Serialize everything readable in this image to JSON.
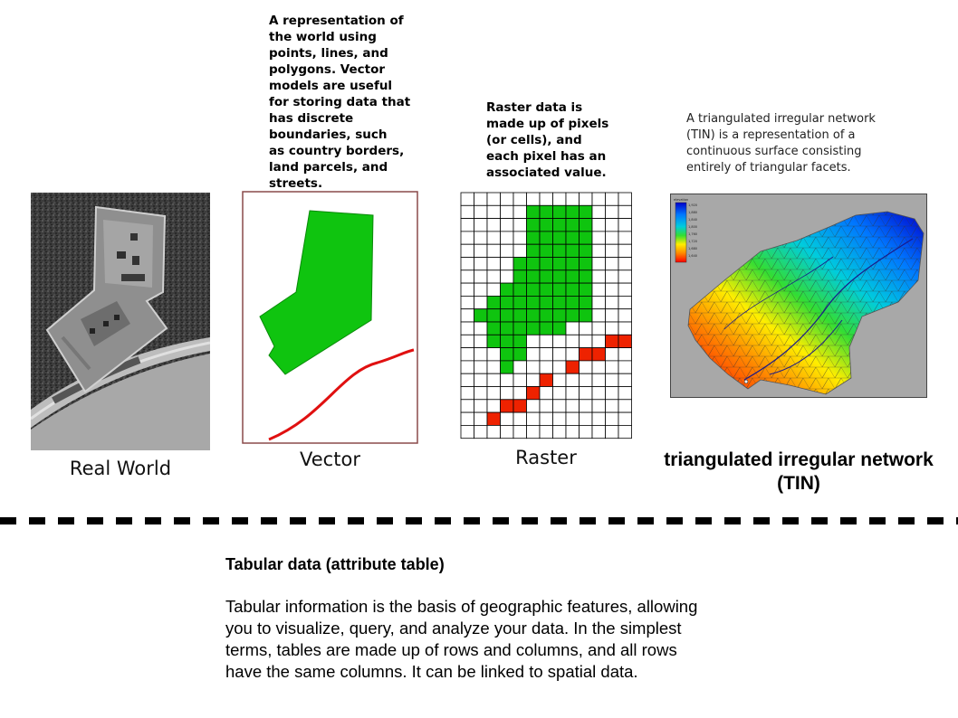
{
  "panels": {
    "real_world": {
      "caption": "Real World"
    },
    "vector": {
      "caption": "Vector",
      "description": "A representation of\nthe world using\npoints, lines, and\npolygons. Vector\nmodels are useful\nfor storing data that\nhas discrete\nboundaries, such\nas country borders,\nland parcels, and\nstreets."
    },
    "raster": {
      "caption": "Raster",
      "description": "Raster data is\nmade up of pixels\n(or cells), and\neach pixel has an\nassociated value."
    },
    "tin": {
      "caption_line1": "triangulated irregular network",
      "caption_line2": "(TIN)",
      "description": "A triangulated irregular network\n(TIN) is a representation of a\ncontinuous surface consisting\nentirely of triangular facets."
    }
  },
  "tabular": {
    "title": "Tabular data (attribute table)",
    "body": " Tabular information is the basis of geographic features, allowing\nyou to visualize, query, and analyze your data. In the simplest\nterms, tables are made up of rows and columns, and all rows\nhave the same columns. It can be linked to spatial data."
  },
  "colors": {
    "polygon_fill": "#0fc40f",
    "line_red": "#e01010",
    "raster_red": "#ee2200",
    "divider": "#000000"
  }
}
